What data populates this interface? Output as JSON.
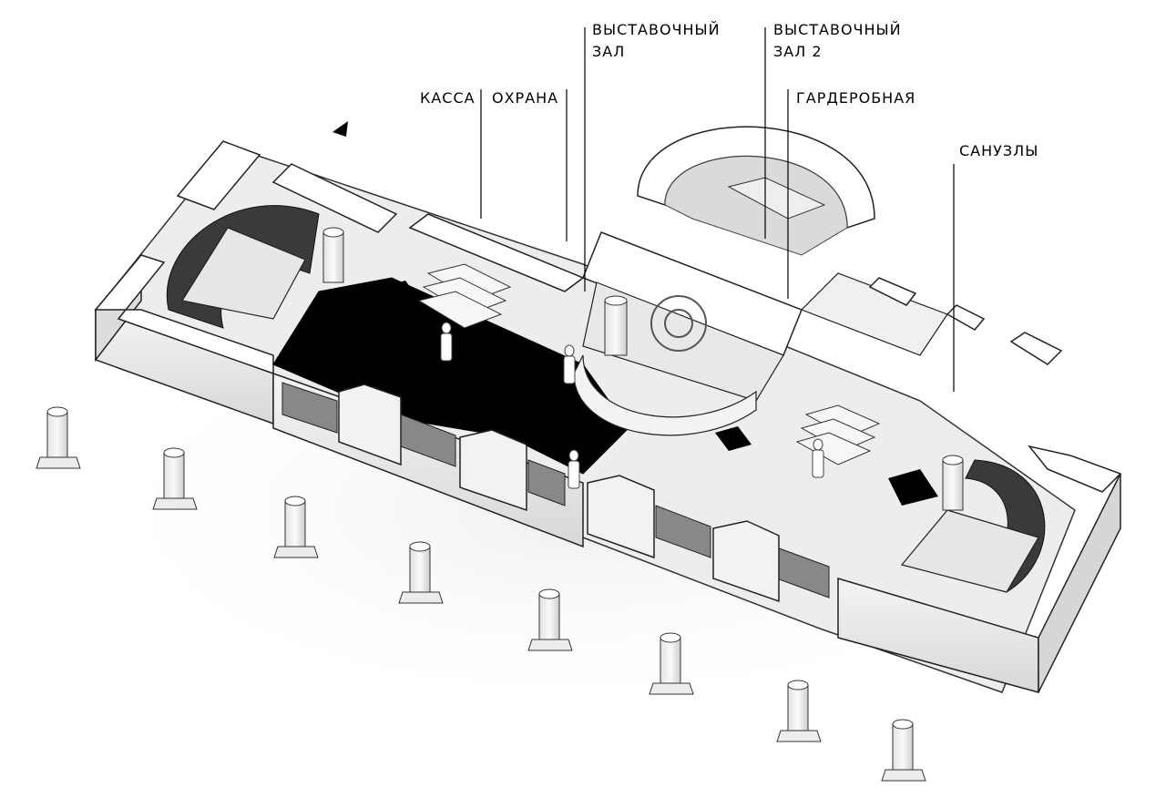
{
  "labels": {
    "kassa": "КАССА",
    "okhrana": "ОХРАНА",
    "hall1_line1": "ВЫСТАВОЧНЫЙ",
    "hall1_line2": "ЗАЛ",
    "hall2_line1": "ВЫСТАВОЧНЫЙ",
    "hall2_line2": "ЗАЛ 2",
    "garderob": "ГАРДЕРОБНАЯ",
    "sanuzly": "САНУЗЛЫ"
  }
}
